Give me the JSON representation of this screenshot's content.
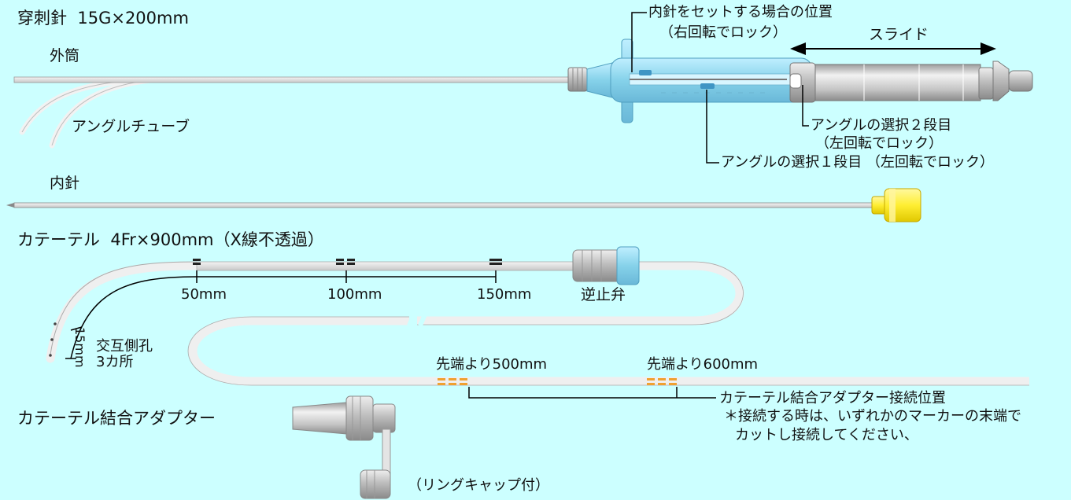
{
  "needle": {
    "title": "穿刺針",
    "spec": "15G×200mm",
    "outer_tube_label": "外筒",
    "angle_tube_label": "アングルチューブ",
    "inner_set_label": "内針をセットする場合の位置",
    "inner_set_note": "（右回転でロック）",
    "slide_label": "スライド",
    "angle_stage2_label": "アングルの選択２段目",
    "angle_stage2_note": "（左回転でロック）",
    "angle_stage1_label": "アングルの選択１段目 （左回転でロック）",
    "inner_needle_label": "内針"
  },
  "catheter": {
    "title": "カテーテル",
    "spec": "4Fr×900mm（X線不透過）",
    "marks": [
      "50mm",
      "100mm",
      "150mm"
    ],
    "valve_label": "逆止弁",
    "length_15": "15mm",
    "side_holes": "交互側孔",
    "side_holes_count": "3カ所",
    "marker_500": "先端より500mm",
    "marker_600": "先端より600mm",
    "adapter_position": "カテーテル結合アダプター接続位置",
    "note_line1": "＊接続する時は、いずれかのマーカーの末端で",
    "note_line2": "カットし接続してください、"
  },
  "adapter": {
    "title": "カテーテル結合アダプター",
    "ring_cap": "（リングキャップ付）"
  },
  "colors": {
    "background": "#ccffff",
    "hub_blue": "#7fcfe6",
    "yellow_hub": "#ffee33",
    "marker_orange": "#f0a030",
    "metal_gray": "#a8a8a8"
  }
}
